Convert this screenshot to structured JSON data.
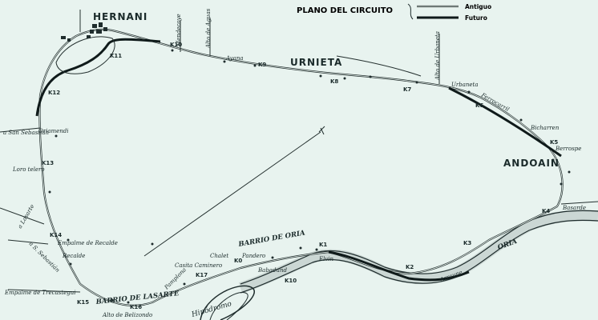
{
  "legend": {
    "title": "PLANO DEL CIRCUITO",
    "old": "Antiguo",
    "future": "Futuro"
  },
  "towns": {
    "hernani": "HERNANI",
    "urnieta": "URNIETA",
    "andoain": "ANDOAIN"
  },
  "barrios": {
    "oria": "BARRIO DE ORIA",
    "lasarte": "BARRIO DE LASARTE"
  },
  "river": "ORIA",
  "hipodromo": "Hipódromo",
  "km_markers": [
    "K0",
    "K1",
    "K2",
    "K3",
    "K4",
    "K5",
    "K6",
    "K7",
    "K8",
    "K9",
    "K10",
    "K11",
    "K12",
    "K13",
    "K14",
    "K15",
    "K16",
    "K17"
  ],
  "places": {
    "mendecoye": "Mendecoye",
    "alto_aguas": "Alto de Aguas",
    "ayana": "Ayana",
    "alto_urbaneta": "Alto de Urbaneta",
    "urbaneta": "Urbaneta",
    "ferrocarril": "Ferrocarril",
    "bicharren": "Bicharren",
    "berrospe": "Berrospe",
    "basarde": "Basarde",
    "arraune": "Arraune",
    "san_sebastian": "a San Sebastián",
    "oriamendi": "Oriamendi",
    "loro_telero": "Loro telero",
    "a_lasarte": "a Lasarte",
    "empalme_recalde": "Empalme de Recalde",
    "recalde": "Recalde",
    "a_san_sebastian2": "a S. Sebastián",
    "empalme_trecastegui": "Empalme de Trecastegui",
    "pamplona": "Pamplona",
    "casita_caminero": "Casita Caminero",
    "chalet": "Chalet",
    "pandero": "Pandero",
    "babadund": "Babadund",
    "elvin": "Elvin",
    "alto_belizondo": "Alto de Belizondo"
  }
}
